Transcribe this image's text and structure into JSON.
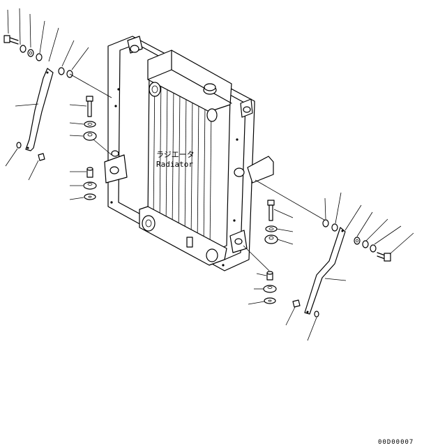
{
  "diagram": {
    "label_jp": "ラジエータ",
    "label_en": "Radiator",
    "drawing_code": "00D00007"
  }
}
